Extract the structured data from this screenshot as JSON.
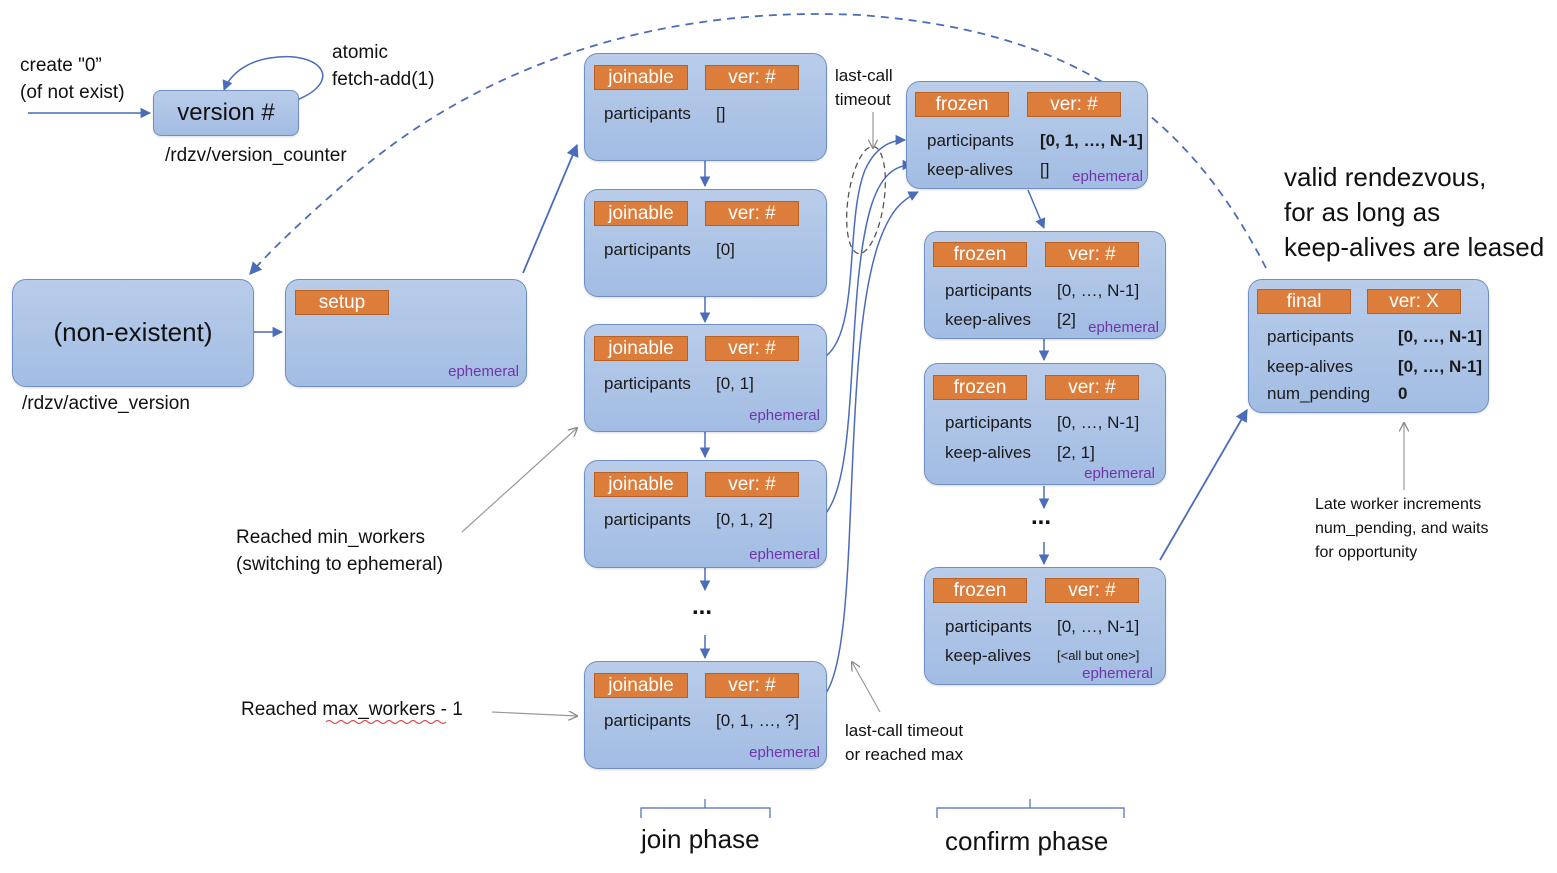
{
  "version_counter": {
    "create_note_line1": "create \"0”",
    "create_note_line2": "(of not exist)",
    "box_label": "version #",
    "atomic_line1": "atomic",
    "atomic_line2": "fetch-add(1)",
    "path": "/rdzv/version_counter"
  },
  "active_version": {
    "box_label": "(non-existent)",
    "path": "/rdzv/active_version",
    "setup_tag": "setup",
    "ephemeral": "ephemeral"
  },
  "labels": {
    "participants": "participants",
    "keep_alives": "keep-alives",
    "num_pending": "num_pending",
    "ephemeral": "ephemeral",
    "joinable": "joinable",
    "frozen": "frozen",
    "final": "final",
    "ver": "ver: #",
    "ver_final": "ver: X",
    "dots": "..."
  },
  "join_states": [
    {
      "participants": "[]",
      "ephemeral": false
    },
    {
      "participants": "[0]",
      "ephemeral": false
    },
    {
      "participants": "[0, 1]",
      "ephemeral": true
    },
    {
      "participants": "[0, 1, 2]",
      "ephemeral": true
    },
    {
      "participants": "[0, 1, …, ?]",
      "ephemeral": true
    }
  ],
  "confirm_states": [
    {
      "participants": "[0, 1, …, N-1]",
      "keep_alives": "[]",
      "bold": true
    },
    {
      "participants": "[0, …, N-1]",
      "keep_alives": "[2]",
      "bold": false
    },
    {
      "participants": "[0, …, N-1]",
      "keep_alives": "[2, 1]",
      "bold": false
    },
    {
      "participants": "[0, …, N-1]",
      "keep_alives": "[<all but one>]",
      "bold": false
    }
  ],
  "final_state": {
    "participants": "[0, …, N-1]",
    "keep_alives": "[0, …, N-1]",
    "num_pending": "0"
  },
  "notes": {
    "last_call_line1": "last-call",
    "last_call_line2": "timeout",
    "min_workers_line1": "Reached min_workers",
    "min_workers_line2": "(switching to ephemeral)",
    "max_workers_prefix": "Reached ",
    "max_workers_word": "max_workers",
    "max_workers_suffix": " - 1",
    "lastcall_max_line1": "last-call timeout",
    "lastcall_max_line2": "or reached max",
    "valid_line1": "valid rendezvous,",
    "valid_line2": "for as long as",
    "valid_line3": "keep-alives are leased",
    "late_line1": "Late worker increments",
    "late_line2": "num_pending, and waits",
    "late_line3": "for opportunity"
  },
  "phases": {
    "join": "join phase",
    "confirm": "confirm phase"
  },
  "colors": {
    "box_fill": "#a9c2e6",
    "tag_fill": "#dd7d3b",
    "arrow": "#4a6cba",
    "ephemeral_text": "#7035a8"
  }
}
